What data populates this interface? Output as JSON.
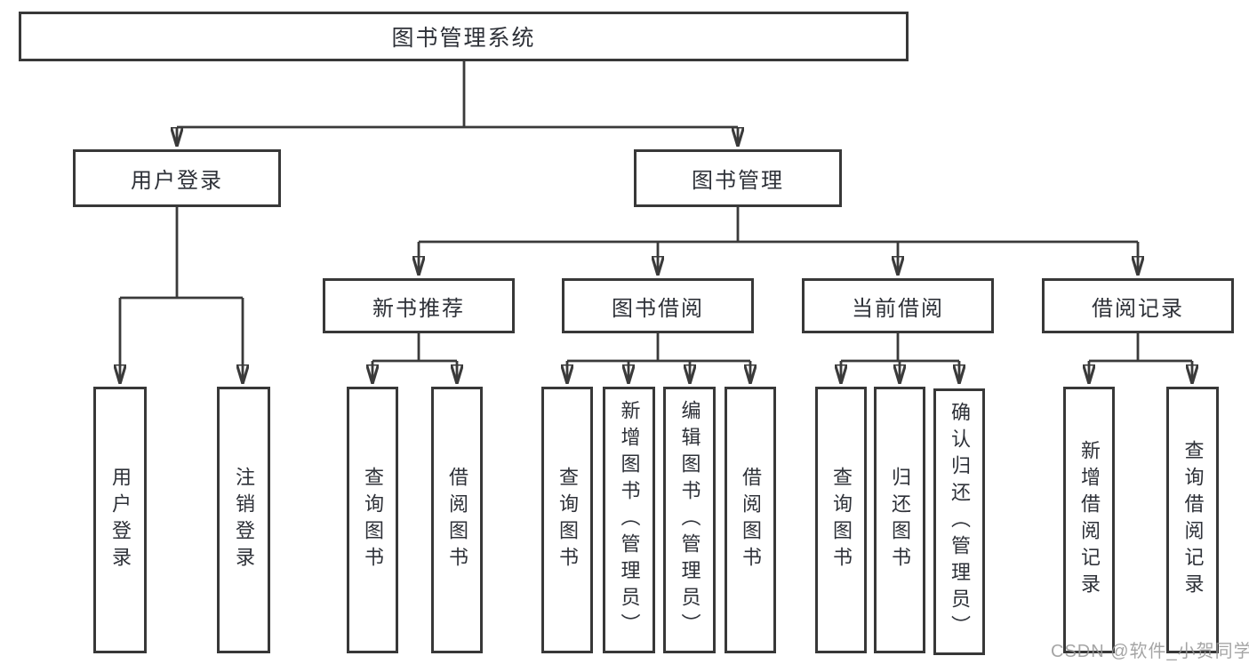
{
  "tree": {
    "label": "图书管理系统",
    "children": [
      {
        "label": "用户登录",
        "children": [
          {
            "label": "用户登录"
          },
          {
            "label": "注销登录"
          }
        ]
      },
      {
        "label": "图书管理",
        "children": [
          {
            "label": "新书推荐",
            "children": [
              {
                "label": "查询图书"
              },
              {
                "label": "借阅图书"
              }
            ]
          },
          {
            "label": "图书借阅",
            "children": [
              {
                "label": "查询图书"
              },
              {
                "label": "新增图书（管理员）"
              },
              {
                "label": "编辑图书（管理员）"
              },
              {
                "label": "借阅图书"
              }
            ]
          },
          {
            "label": "当前借阅",
            "children": [
              {
                "label": "查询图书"
              },
              {
                "label": "归还图书"
              },
              {
                "label": "确认归还（管理员）"
              }
            ]
          },
          {
            "label": "借阅记录",
            "children": [
              {
                "label": "新增借阅记录"
              },
              {
                "label": "查询借阅记录"
              }
            ]
          }
        ]
      }
    ]
  },
  "watermark": {
    "text": "CSDN @软件_小贺同学"
  },
  "colors": {
    "line": "#3a3a3a",
    "border": "#383838",
    "text": "#2e3138",
    "watermark": "#969696",
    "bg": "#ffffff"
  }
}
